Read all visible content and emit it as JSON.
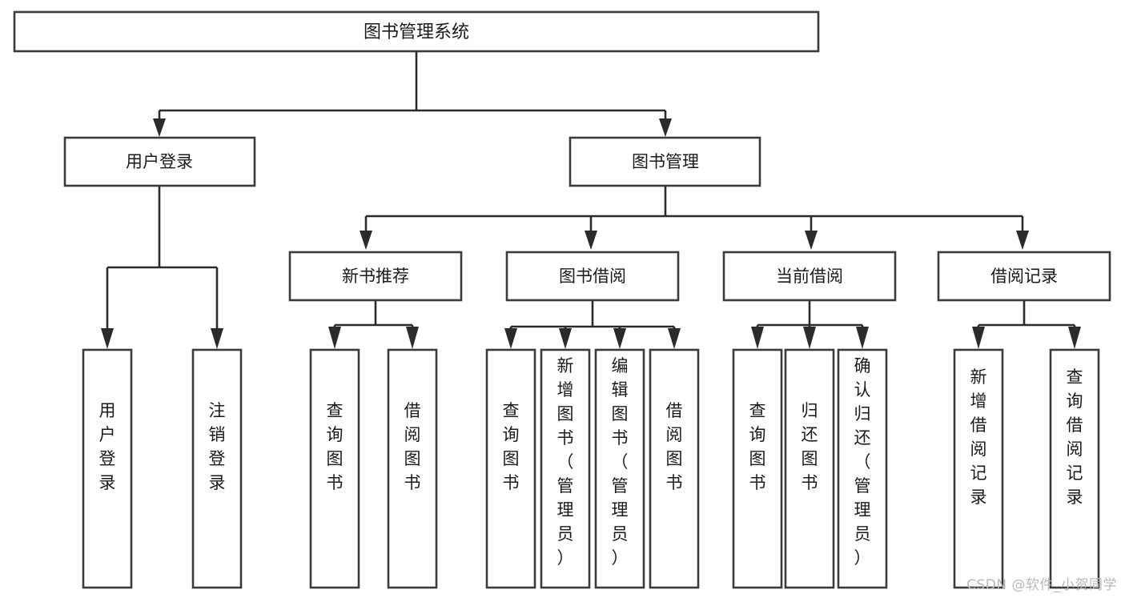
{
  "diagram": {
    "title": "图书管理系统",
    "type": "tree",
    "orientation": "top-down",
    "watermark": "CSDN @软件_小贺同学",
    "colors": {
      "background": "#ffffff",
      "box_fill": "#ffffff",
      "box_stroke": "#3b3b3b",
      "connector": "#2b2b2b",
      "text": "#1a1a1a",
      "watermark": "#b9b9b9"
    },
    "root": {
      "id": "root",
      "label": "图书管理系统"
    },
    "level2": [
      {
        "id": "user-login",
        "label": "用户登录"
      },
      {
        "id": "book-manage",
        "label": "图书管理"
      }
    ],
    "level3": [
      {
        "id": "new-book-recommend",
        "label": "新书推荐",
        "parent": "book-manage"
      },
      {
        "id": "book-borrow",
        "label": "图书借阅",
        "parent": "book-manage"
      },
      {
        "id": "current-borrow",
        "label": "当前借阅",
        "parent": "book-manage"
      },
      {
        "id": "borrow-record",
        "label": "借阅记录",
        "parent": "book-manage"
      }
    ],
    "leaves": {
      "user-login": [
        {
          "id": "leaf-user-login",
          "label": "用户登录"
        },
        {
          "id": "leaf-user-logout",
          "label": "注销登录"
        }
      ],
      "new-book-recommend": [
        {
          "id": "leaf-query-book-1",
          "label": "查询图书"
        },
        {
          "id": "leaf-borrow-book-1",
          "label": "借阅图书"
        }
      ],
      "book-borrow": [
        {
          "id": "leaf-query-book-2",
          "label": "查询图书"
        },
        {
          "id": "leaf-add-book",
          "label": "新增图书（管理员）"
        },
        {
          "id": "leaf-edit-book",
          "label": "编辑图书（管理员）"
        },
        {
          "id": "leaf-borrow-book-2",
          "label": "借阅图书"
        }
      ],
      "current-borrow": [
        {
          "id": "leaf-query-book-3",
          "label": "查询图书"
        },
        {
          "id": "leaf-return-book",
          "label": "归还图书"
        },
        {
          "id": "leaf-confirm-return",
          "label": "确认归还（管理员）"
        }
      ],
      "borrow-record": [
        {
          "id": "leaf-add-record",
          "label": "新增借阅记录"
        },
        {
          "id": "leaf-query-record",
          "label": "查询借阅记录"
        }
      ]
    }
  }
}
